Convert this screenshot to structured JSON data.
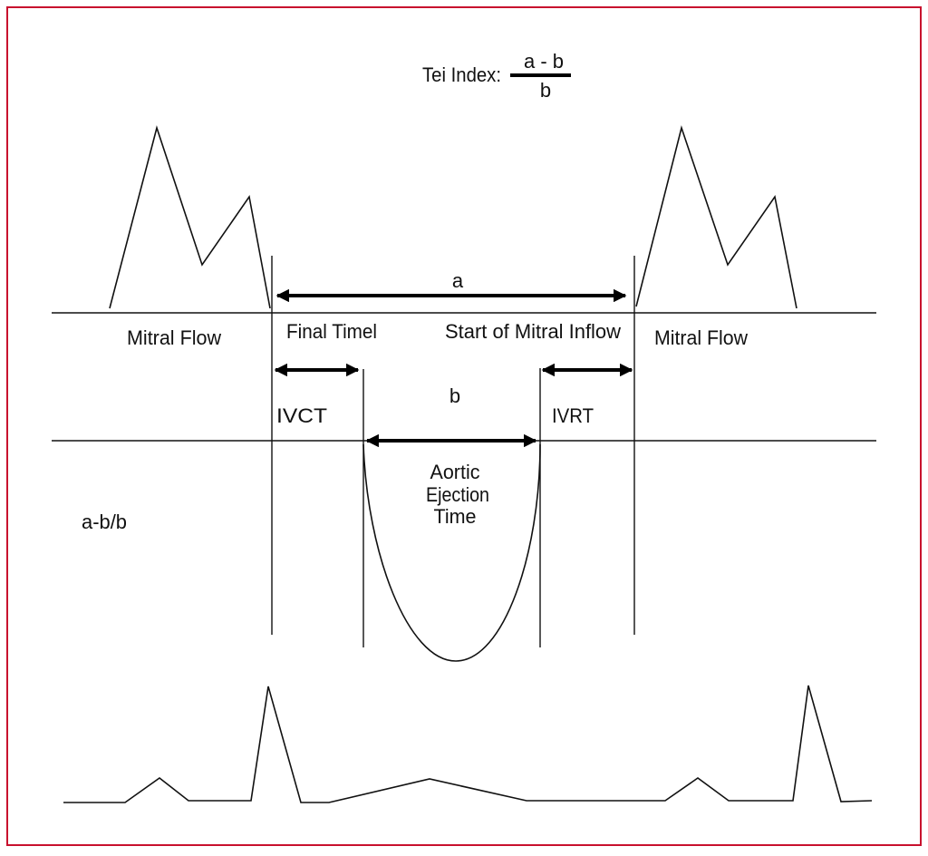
{
  "title": {
    "label": "Tei Index:",
    "numerator": "a - b",
    "denominator": "b"
  },
  "labels": {
    "a": "a",
    "b": "b",
    "mitral_flow_left": "Mitral Flow",
    "mitral_flow_right": "Mitral Flow",
    "final_time": "Final Timel",
    "start_mitral_inflow": "Start of Mitral Inflow",
    "ivct": "IVCT",
    "ivrt": "IVRT",
    "aortic_ejection_time": [
      "Aortic",
      "Ejection",
      "Time"
    ],
    "formula": "a-b/b"
  },
  "colors": {
    "frame": "#c8102e",
    "line": "#111111"
  }
}
